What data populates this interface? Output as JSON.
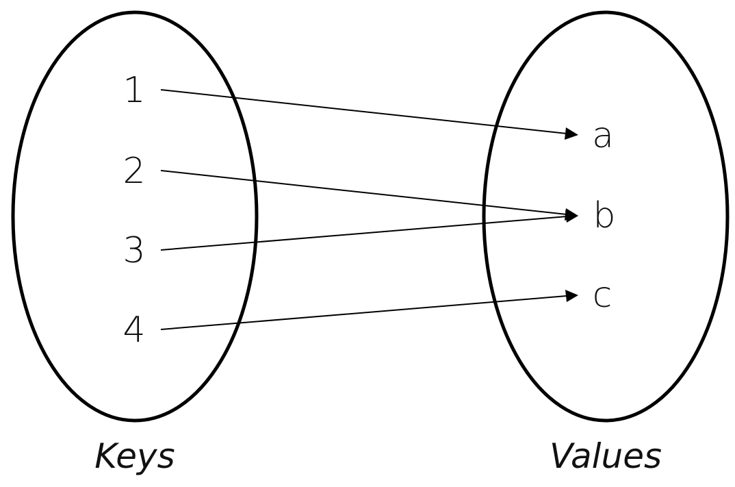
{
  "diagram": {
    "key_set": {
      "caption": "Keys",
      "elements": [
        "1",
        "2",
        "3",
        "4"
      ]
    },
    "value_set": {
      "caption": "Values",
      "elements": [
        "a",
        "b",
        "c"
      ]
    },
    "mappings": [
      {
        "from": "1",
        "to": "a"
      },
      {
        "from": "2",
        "to": "b"
      },
      {
        "from": "3",
        "to": "b"
      },
      {
        "from": "4",
        "to": "c"
      }
    ],
    "colors": {
      "stroke": "#000000",
      "text": "#111111",
      "background": "#ffffff"
    }
  }
}
